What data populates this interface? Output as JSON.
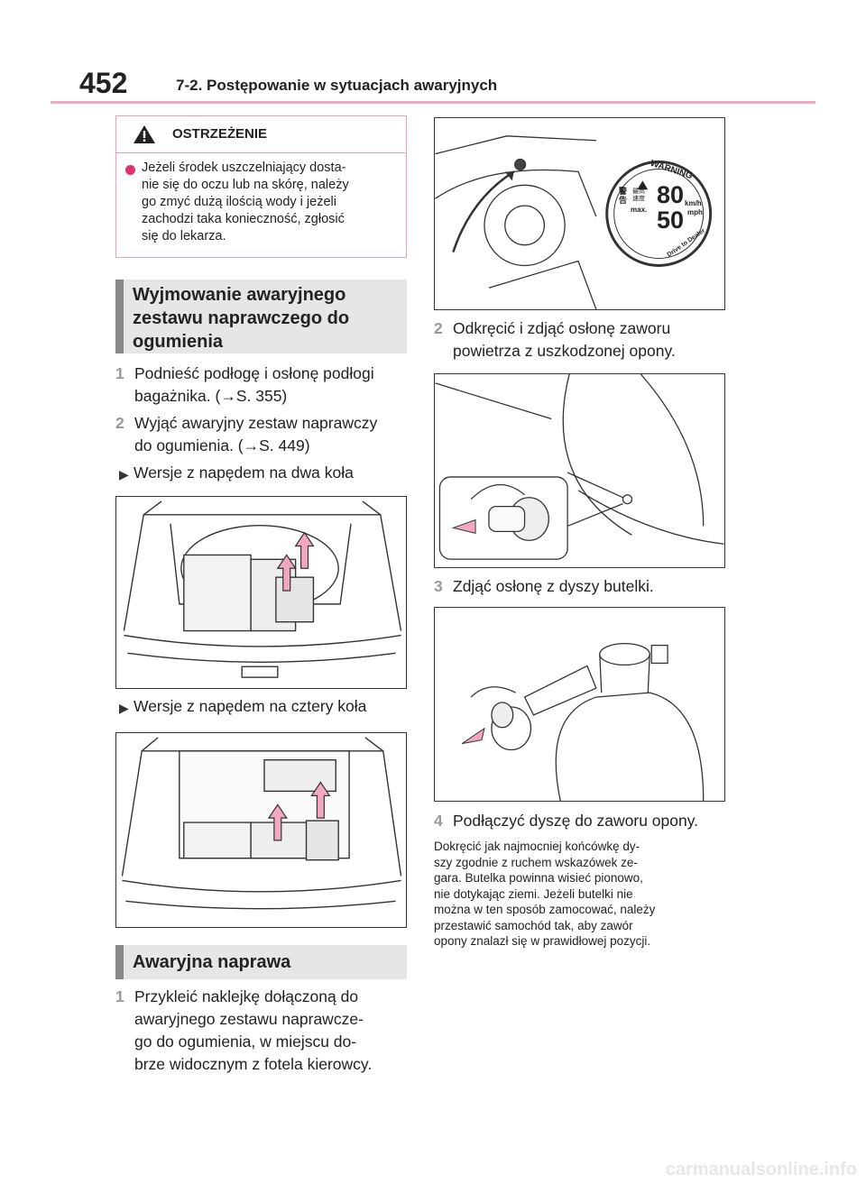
{
  "header": {
    "page_number": "452",
    "section_title": "7-2. Postępowanie w sytuacjach awaryjnych"
  },
  "warning": {
    "title": "OSTRZEŻENIE",
    "text": "Jeżeli środek uszczelniający dosta-\nnie się do oczu lub na skórę, należy\ngo zmyć dużą ilością wody i jeżeli\nzachodzi taka konieczność, zgłosić\nsię do lekarza."
  },
  "section1": {
    "heading": "Wyjmowanie awaryjnego\nzestawu naprawczego do\nogumienia",
    "steps": [
      {
        "num": "1",
        "text": "Podnieść podłogę i osłonę podłogi\nbagażnika. (→S. 355)"
      },
      {
        "num": "2",
        "text": "Wyjąć awaryjny zestaw naprawczy\ndo ogumienia. (→S. 449)"
      }
    ],
    "variant_2wd": "Wersje z napędem na dwa koła",
    "variant_4wd": "Wersje z napędem na cztery koła"
  },
  "section2": {
    "heading": "Awaryjna naprawa",
    "step1": {
      "num": "1",
      "text": "Przykleić naklejkę dołączoną do\nawaryjnego zestawu naprawcze-\ngo do ogumienia, w miejscu do-\nbrze widocznym z fotela kierowcy."
    },
    "step2": {
      "num": "2",
      "text": "Odkręcić i zdjąć osłonę zaworu\npowietrza z uszkodzonej opony."
    },
    "step3": {
      "num": "3",
      "text": "Zdjąć osłonę z dyszy butelki."
    },
    "step4": {
      "num": "4",
      "text": "Podłączyć dyszę do zaworu opony."
    },
    "note": "Dokręcić jak najmocniej końcówkę dy-\nszy zgodnie z ruchem wskazówek ze-\ngara. Butelka powinna wisieć pionowo,\nnie dotykając ziemi. Jeżeli butelki nie\nmożna w ten sposób zamocować, należy\nprzestawić samochód tak, aby zawór\nopony znalazł się w prawidłowej pozycji."
  },
  "sticker": {
    "warning_word": "WARNING",
    "speed_kmh": "80",
    "speed_mph": "50",
    "unit_kmh": "km/h",
    "unit_mph": "mph",
    "max_label": "max.",
    "jp_top": "最高\n速度",
    "jp_side": "警告",
    "drive_text": "Drive to Dealer"
  },
  "watermark": "carmanualsonline.info",
  "colors": {
    "accent": "#e0306e",
    "rule": "#f0a9c4",
    "heading_bg": "#e6e6e6",
    "heading_bar": "#888888",
    "arrow": "#f2a7c0"
  }
}
